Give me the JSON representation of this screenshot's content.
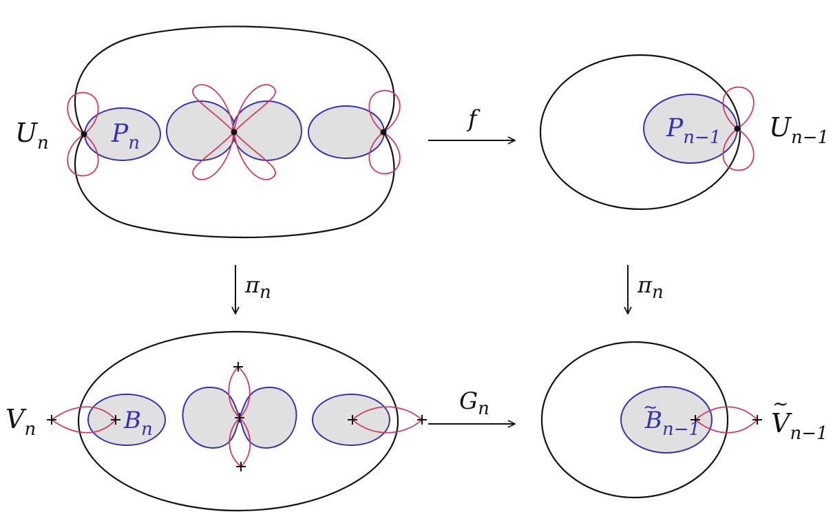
{
  "colors": {
    "outline": "#111111",
    "region_stroke": "#3530b0",
    "region_fill": "#e0e0e0",
    "loop": "#d03a5e",
    "point": "#111111"
  },
  "labels": {
    "U": {
      "base": "U",
      "sub": "n"
    },
    "P": {
      "base": "P",
      "sub": "n"
    },
    "f": "f",
    "P_prev": {
      "base": "P",
      "sub": "n−1"
    },
    "U_prev": {
      "base": "U",
      "sub": "n−1"
    },
    "pi_left": {
      "base": "π",
      "sub": "n"
    },
    "pi_right": {
      "base": "π",
      "sub": "n"
    },
    "V": {
      "base": "V",
      "sub": "n"
    },
    "B": {
      "base": "B",
      "sub": "n"
    },
    "G": {
      "base": "G",
      "sub": "n"
    },
    "B_tilde": {
      "base": "B",
      "sub": "n−1",
      "accent": "~"
    },
    "V_tilde": {
      "base": "V",
      "sub": "n−1",
      "accent": "~"
    }
  }
}
